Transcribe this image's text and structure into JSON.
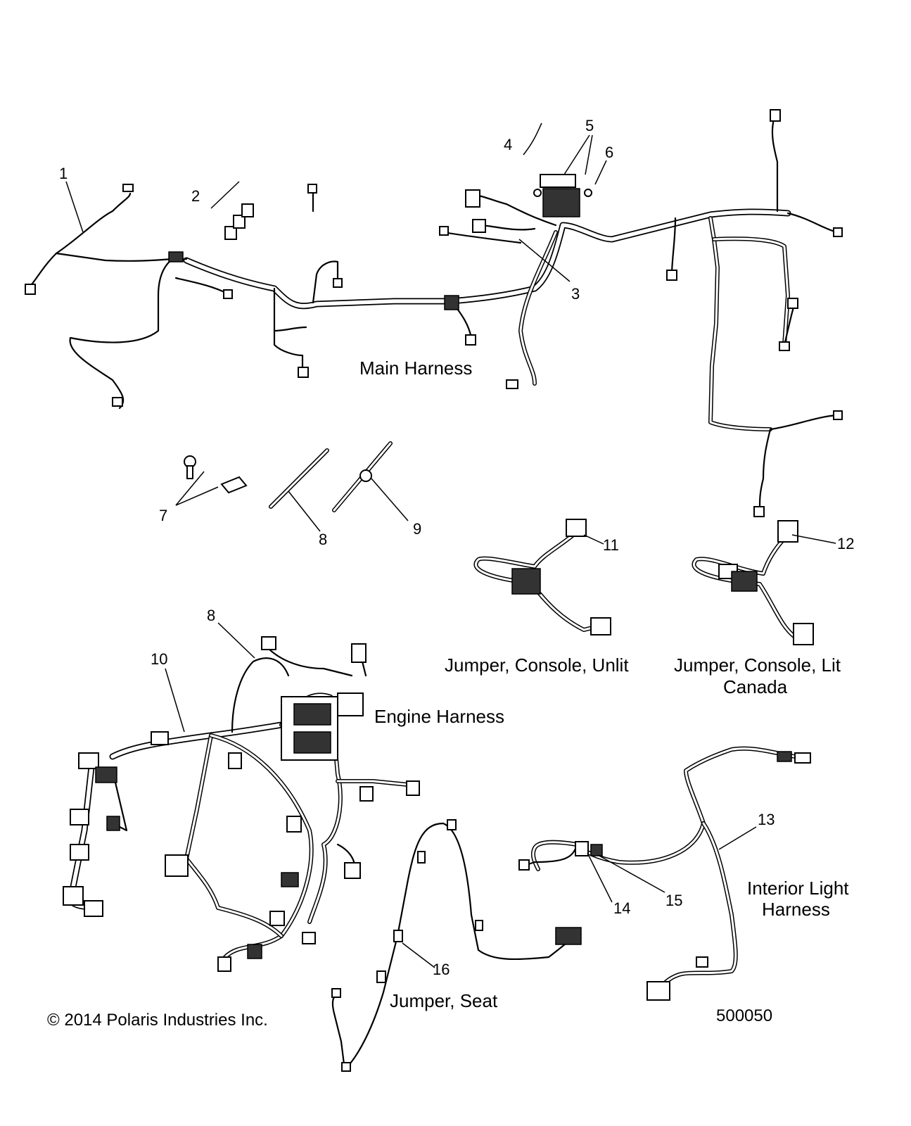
{
  "callouts": {
    "c1": "1",
    "c2": "2",
    "c3": "3",
    "c4": "4",
    "c5": "5",
    "c6": "6",
    "c7": "7",
    "c8a": "8",
    "c8b": "8",
    "c9": "9",
    "c10": "10",
    "c11": "11",
    "c12": "12",
    "c13": "13",
    "c14": "14",
    "c15": "15",
    "c16": "16"
  },
  "labels": {
    "main_harness": "Main Harness",
    "engine_harness": "Engine Harness",
    "jumper_console_unlit": "Jumper, Console, Unlit",
    "jumper_console_lit_line1": "Jumper, Console, Lit",
    "jumper_console_lit_line2": "Canada",
    "interior_light_line1": "Interior Light",
    "interior_light_line2": "Harness",
    "jumper_seat": "Jumper, Seat"
  },
  "footer": {
    "copyright": "© 2014 Polaris Industries Inc.",
    "diagram_number": "500050"
  }
}
